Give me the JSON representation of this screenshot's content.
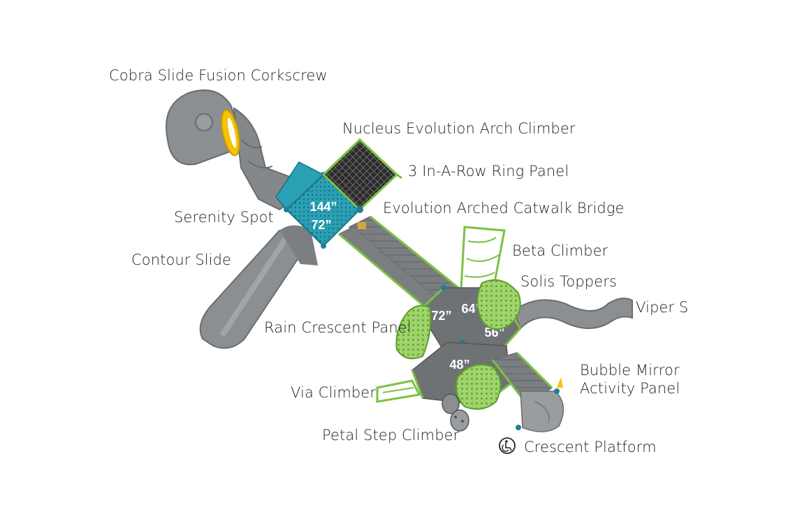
{
  "components": {
    "cobra_slide": "Cobra Slide Fusion Corkscrew",
    "nucleus_arch": "Nucleus Evolution Arch Climber",
    "ring_panel": "3 In-A-Row Ring Panel",
    "serenity_spot": "Serenity Spot",
    "catwalk_bridge": "Evolution Arched Catwalk Bridge",
    "contour_slide": "Contour Slide",
    "beta_climber": "Beta Climber",
    "solis_toppers": "Solis Toppers",
    "viper_s": "Viper S",
    "rain_crescent": "Rain Crescent Panel",
    "bubble_mirror_line1": "Bubble Mirror",
    "bubble_mirror_line2": "Activity Panel",
    "via_climber": "Via Climber",
    "petal_step": "Petal Step Climber",
    "crescent_platform": "Crescent Platform"
  },
  "deck_heights": {
    "tower_top": "144”",
    "tower_bottom": "72”",
    "hex_left": "72”",
    "hex_top_right": "64”",
    "hex_right": "56”",
    "hex_lower": "48”"
  },
  "colors": {
    "accent_green": "#7cc142",
    "deck_blue": "#2aa0b5",
    "slide_gray": "#8c8f91",
    "deck_gray": "#6f7275",
    "yellow": "#f5c400"
  },
  "icons": {
    "accessibility": "wheelchair-icon"
  }
}
